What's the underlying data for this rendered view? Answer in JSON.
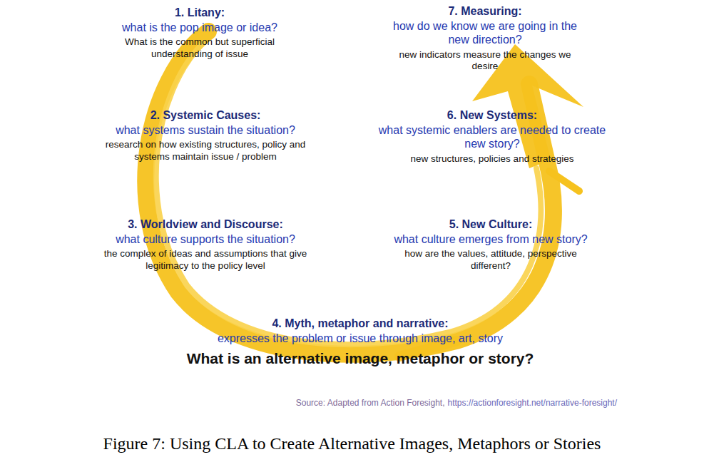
{
  "diagram": {
    "caption": "Figure 7: Using CLA to Create Alternative Images, Metaphors or Stories",
    "labels": [
      "1. Litany:",
      "what is the pop image or idea?",
      "What is the common but superficial understanding of issue",
      "2. Systemic Causes:",
      "what systems sustain the situation?",
      "research on how existing structures, policy and systems maintain issue / problem",
      "3. Worldview and Discourse:",
      "what culture supports the situation?",
      "the complex of ideas and assumptions that give legitimacy to the policy level",
      "4. Myth, metaphor and narrative:",
      "expresses the problem or issue through image, art, story",
      "What is an alternative image, metaphor or story?",
      "5. New Culture:",
      "what culture emerges from new story?",
      "how are the values, attitude, perspective different?",
      "6. New Systems:",
      "what systemic enablers are needed to create new story?",
      "new structures, policies and strategies",
      "7. Measuring:",
      "how do we know we are going in the new direction?",
      "new indicators measure the changes we desire",
      "Source: Adapted from Action Foresight,",
      "https://actionforesight.net/narrative-foresight/"
    ]
  }
}
